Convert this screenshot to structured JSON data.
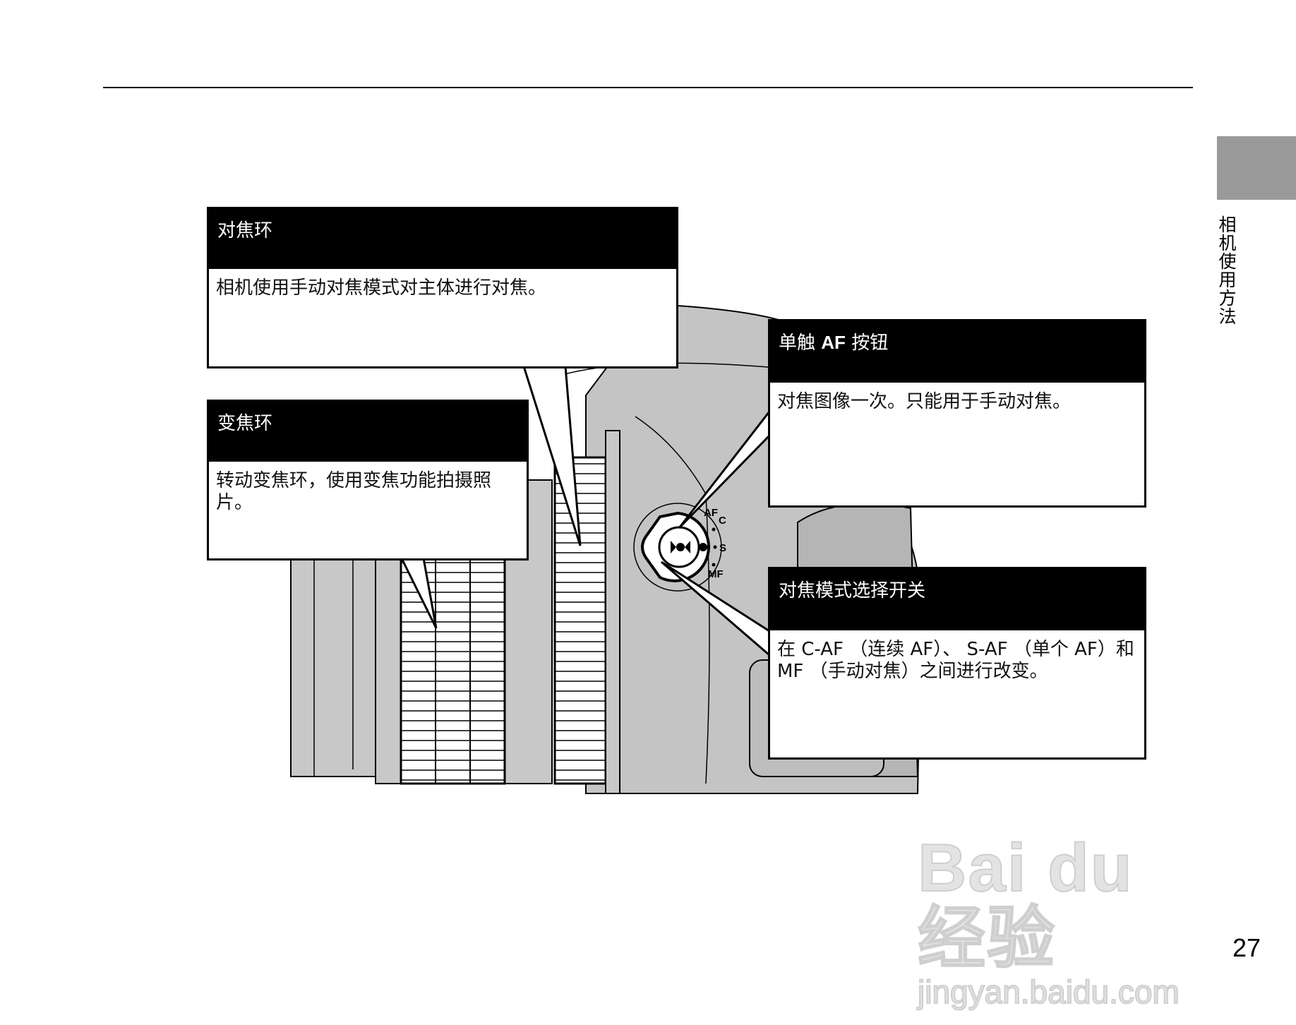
{
  "side_tab": {
    "label": "相机使用方法",
    "color": "#9a9a9a"
  },
  "page_number": "27",
  "watermark": {
    "main": "Bai du 经验",
    "sub": "jingyan.baidu.com"
  },
  "dial": {
    "af": "AF",
    "c": "C",
    "s": "S",
    "mf": "MF"
  },
  "callouts": [
    {
      "title": "对焦环",
      "body": "相机使用手动对焦模式对主体进行对焦。"
    },
    {
      "title": "变焦环",
      "body": "转动变焦环，使用变焦功能拍摄照片。"
    },
    {
      "title_prefix": "单触 ",
      "title_bold": "AF",
      "title_suffix": " 按钮",
      "body": "对焦图像一次。只能用于手动对焦。"
    },
    {
      "title": "对焦模式选择开关",
      "body": "在 C-AF （连续 AF）、 S-AF （单个 AF）和 MF （手动对焦）之间进行改变。"
    }
  ]
}
